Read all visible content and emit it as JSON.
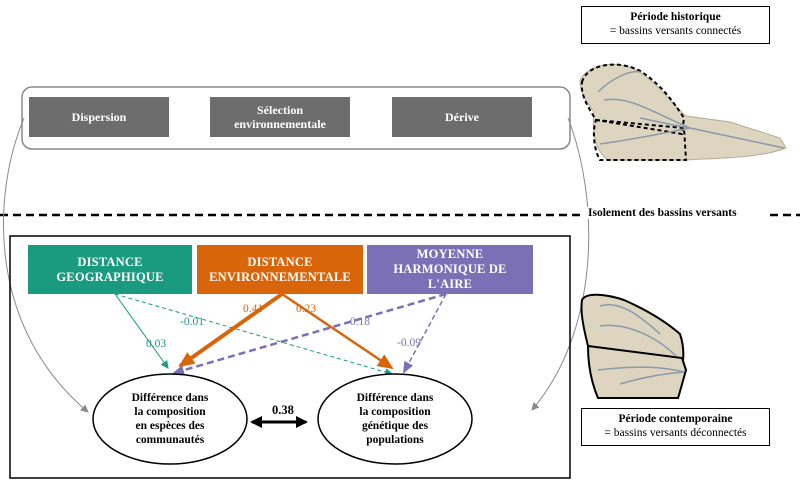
{
  "processes": {
    "dispersion": "Dispersion",
    "selection_line1": "Sélection",
    "selection_line2": "environnementale",
    "derive": "Dérive"
  },
  "period_historic": {
    "title": "Période historique",
    "subtitle": "= bassins versants connectés"
  },
  "period_contemporary": {
    "title": "Période contemporaine",
    "subtitle": "= bassins versants déconnectés"
  },
  "isolation_label": "Isolement des bassins versants",
  "variables": {
    "geo": {
      "line1": "DISTANCE",
      "line2": "GEOGRAPHIQUE",
      "color": "#1a9a7f"
    },
    "env": {
      "line1": "DISTANCE",
      "line2": "ENVIRONNEMENTALE",
      "color": "#d9650b"
    },
    "area": {
      "line1": "MOYENNE",
      "line2": "HARMONIQUE DE",
      "line3": "L'AIRE",
      "color": "#7b70b5"
    }
  },
  "outcomes": {
    "species": {
      "l1": "Différence dans",
      "l2": "la composition",
      "l3": "en espèces des",
      "l4": "communautés"
    },
    "genetic": {
      "l1": "Différence dans",
      "l2": "la composition",
      "l3": "génétique des",
      "l4": "populations"
    }
  },
  "coefficients": {
    "geo_species": "0.03",
    "geo_genetic": "-0.01",
    "env_species": "0.41",
    "env_genetic": "0.23",
    "area_species": "-0.18",
    "area_genetic": "-0.09",
    "species_genetic": "0.38"
  },
  "basin_fill_color": "#ddd5c0",
  "river_color": "#8a9aaa"
}
